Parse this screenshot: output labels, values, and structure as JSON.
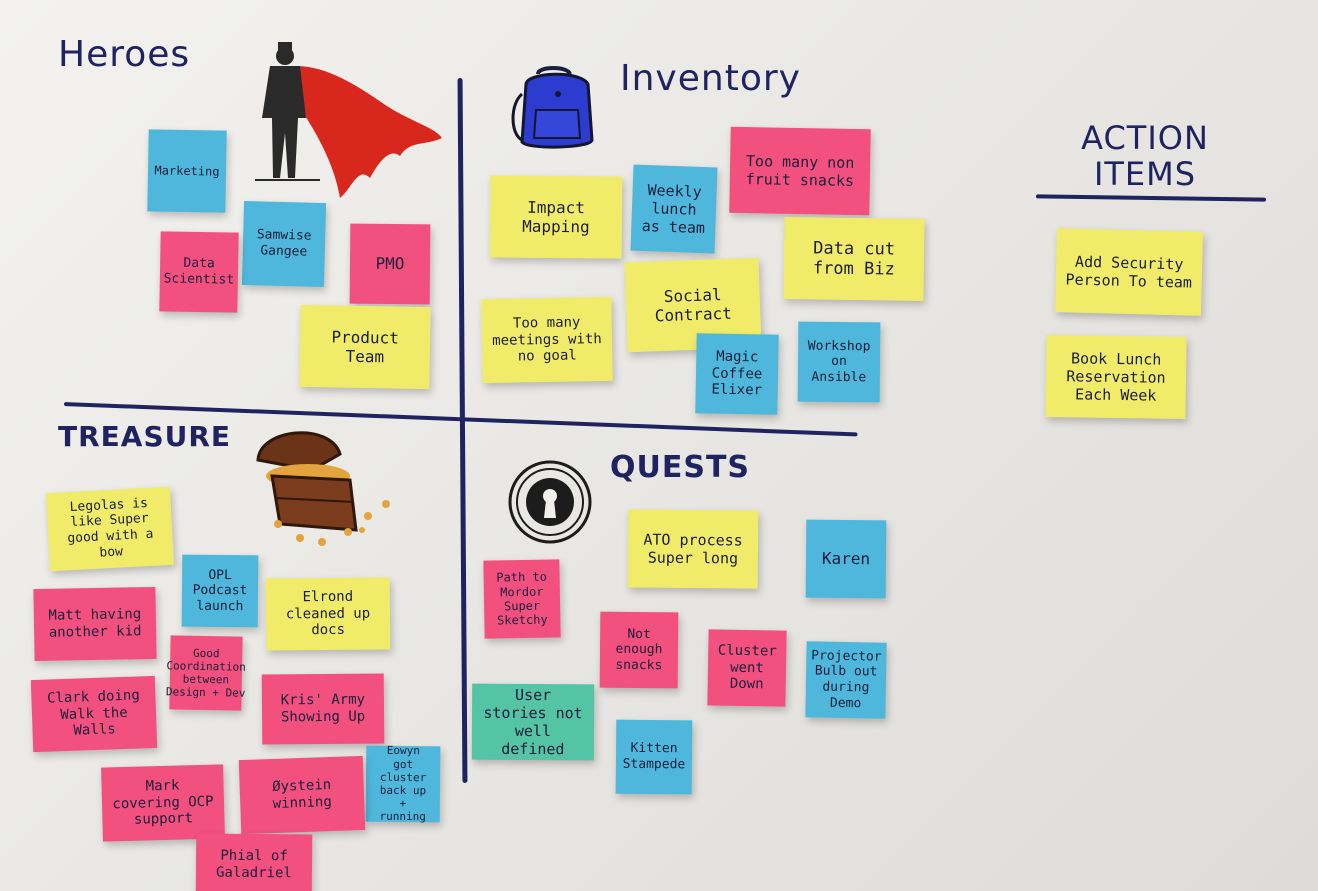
{
  "headings": {
    "heroes": "Heroes",
    "inventory": "Inventory",
    "action_items": "ACTION ITEMS",
    "treasure": "TREASURE",
    "quests": "QUESTS"
  },
  "colors": {
    "marker": "#1f2360",
    "yellow": "#f0ec6a",
    "pink": "#f2507f",
    "blue": "#4fb7dc",
    "teal": "#54c4a4"
  },
  "illustrations": [
    "superhero-icon",
    "backpack-icon",
    "treasure-chest-icon",
    "keyhole-icon"
  ],
  "notes": {
    "heroes": [
      {
        "text": "Marketing",
        "color": "blue"
      },
      {
        "text": "Samwise Gangee",
        "color": "blue"
      },
      {
        "text": "Data Scientist",
        "color": "pink"
      },
      {
        "text": "PMO",
        "color": "pink"
      },
      {
        "text": "Product Team",
        "color": "yellow"
      }
    ],
    "inventory": [
      {
        "text": "Impact Mapping",
        "color": "yellow"
      },
      {
        "text": "Weekly lunch as team",
        "color": "blue"
      },
      {
        "text": "Too many non fruit snacks",
        "color": "pink"
      },
      {
        "text": "Data cut from Biz",
        "color": "yellow"
      },
      {
        "text": "Social Contract",
        "color": "yellow"
      },
      {
        "text": "Too many meetings with no goal",
        "color": "yellow"
      },
      {
        "text": "Magic Coffee Elixer",
        "color": "blue"
      },
      {
        "text": "Workshop on Ansible",
        "color": "blue"
      }
    ],
    "action_items": [
      {
        "text": "Add Security Person To team",
        "color": "yellow"
      },
      {
        "text": "Book Lunch Reservation Each Week",
        "color": "yellow"
      }
    ],
    "treasure": [
      {
        "text": "Legolas is like Super good with a bow",
        "color": "yellow"
      },
      {
        "text": "OPL Podcast launch",
        "color": "blue"
      },
      {
        "text": "Matt having another kid",
        "color": "pink"
      },
      {
        "text": "Elrond cleaned up docs",
        "color": "yellow"
      },
      {
        "text": "Good Coordination between Design + Dev",
        "color": "pink"
      },
      {
        "text": "Clark doing Walk the Walls",
        "color": "pink"
      },
      {
        "text": "Kris' Army Showing Up",
        "color": "pink"
      },
      {
        "text": "Eowyn got cluster back up + running",
        "color": "blue"
      },
      {
        "text": "Mark covering OCP support",
        "color": "pink"
      },
      {
        "text": "Øystein winning",
        "color": "pink"
      },
      {
        "text": "Phial of Galadriel",
        "color": "pink"
      }
    ],
    "quests": [
      {
        "text": "ATO process Super long",
        "color": "yellow"
      },
      {
        "text": "Karen",
        "color": "blue"
      },
      {
        "text": "Path to Mordor Super Sketchy",
        "color": "pink"
      },
      {
        "text": "Not enough snacks",
        "color": "pink"
      },
      {
        "text": "Cluster went Down",
        "color": "pink"
      },
      {
        "text": "Projector Bulb out during Demo",
        "color": "blue"
      },
      {
        "text": "User stories not well defined",
        "color": "teal"
      },
      {
        "text": "Kitten Stampede",
        "color": "blue"
      }
    ]
  }
}
